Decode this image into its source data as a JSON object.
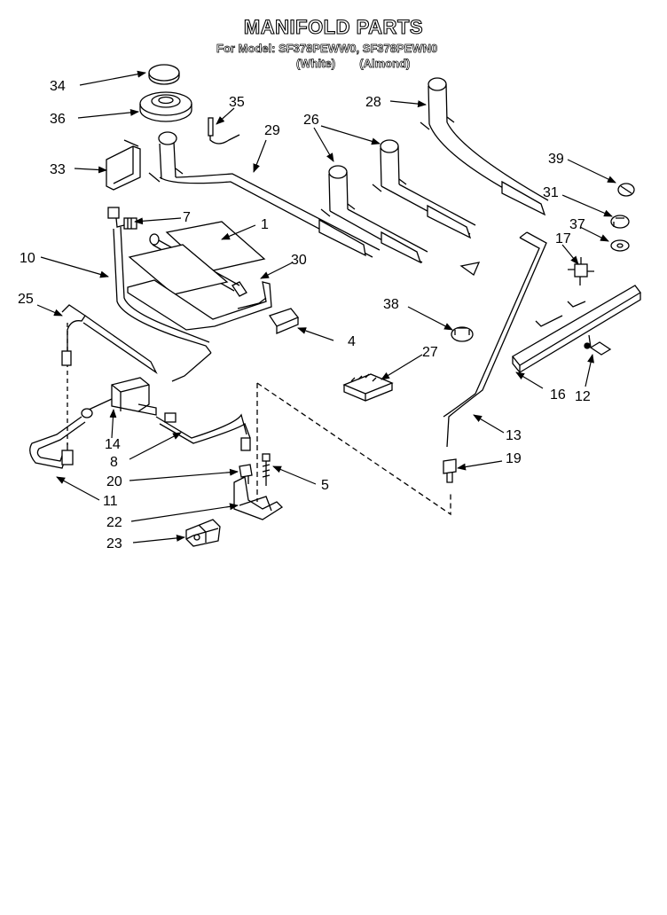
{
  "header": {
    "title": "MANIFOLD PARTS",
    "model_prefix": "For Model:",
    "models": "SF378PEWW0, SF378PEWN0",
    "variant_white": "(White)",
    "variant_almond": "(Almond)"
  },
  "part_labels": {
    "p1": "1",
    "p4": "4",
    "p5": "5",
    "p7": "7",
    "p8": "8",
    "p10": "10",
    "p11": "11",
    "p12": "12",
    "p13": "13",
    "p14": "14",
    "p16": "16",
    "p17": "17",
    "p19": "19",
    "p20": "20",
    "p22": "22",
    "p23": "23",
    "p25": "25",
    "p26": "26",
    "p27": "27",
    "p28": "28",
    "p29": "29",
    "p30": "30",
    "p31": "31",
    "p33": "33",
    "p34": "34",
    "p35": "35",
    "p36": "36",
    "p37": "37",
    "p38": "38",
    "p39": "39"
  }
}
